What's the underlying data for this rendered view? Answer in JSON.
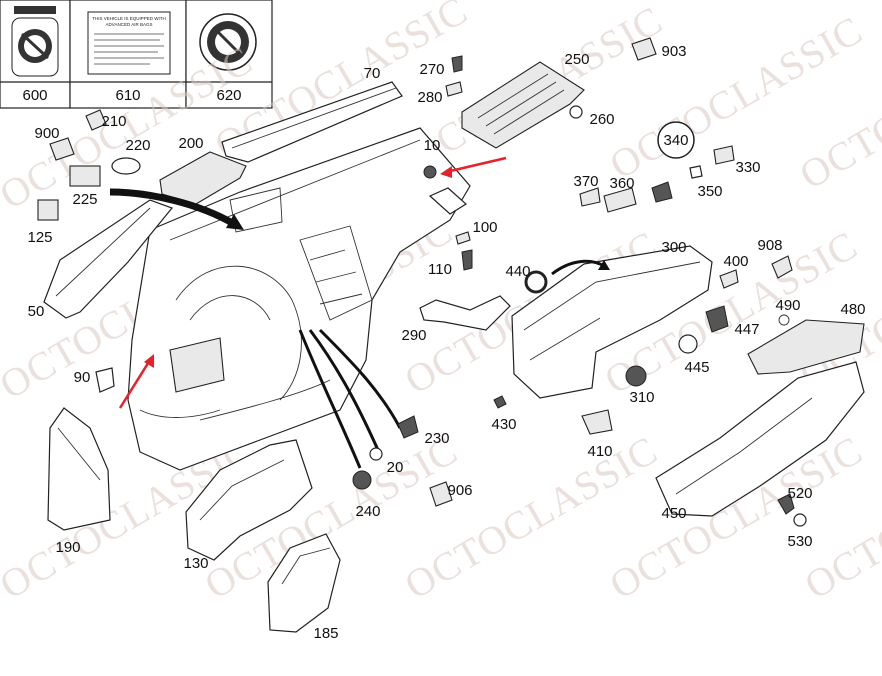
{
  "labels_header": {
    "box_600": "600",
    "box_610": "610",
    "box_620": "620"
  },
  "sticker_610_lines": [
    "THIS VEHICLE IS EQUIPPED WITH",
    "ADVANCED AIR BAGS"
  ],
  "part_labels": {
    "p70": "70",
    "p270": "270",
    "p280": "280",
    "p250": "250",
    "p903": "903",
    "p900": "900",
    "p210": "210",
    "p220": "220",
    "p200": "200",
    "p10": "10",
    "p260": "260",
    "p340": "340",
    "p330": "330",
    "p350": "350",
    "p370": "370",
    "p360": "360",
    "p225": "225",
    "p125": "125",
    "p100": "100",
    "p110": "110",
    "p440": "440",
    "p300": "300",
    "p908": "908",
    "p400": "400",
    "p50": "50",
    "p290": "290",
    "p490": "490",
    "p480": "480",
    "p447": "447",
    "p445": "445",
    "p90": "90",
    "p310": "310",
    "p430": "430",
    "p230": "230",
    "p410": "410",
    "p20": "20",
    "p906": "906",
    "p190": "190",
    "p240": "240",
    "p520": "520",
    "p450": "450",
    "p530": "530",
    "p130": "130",
    "p185": "185"
  },
  "watermark": "OCTOCLASSIC",
  "colors": {
    "arrow_red": "#e8202a",
    "watermark": "#d9c9c3",
    "line": "#222222"
  }
}
